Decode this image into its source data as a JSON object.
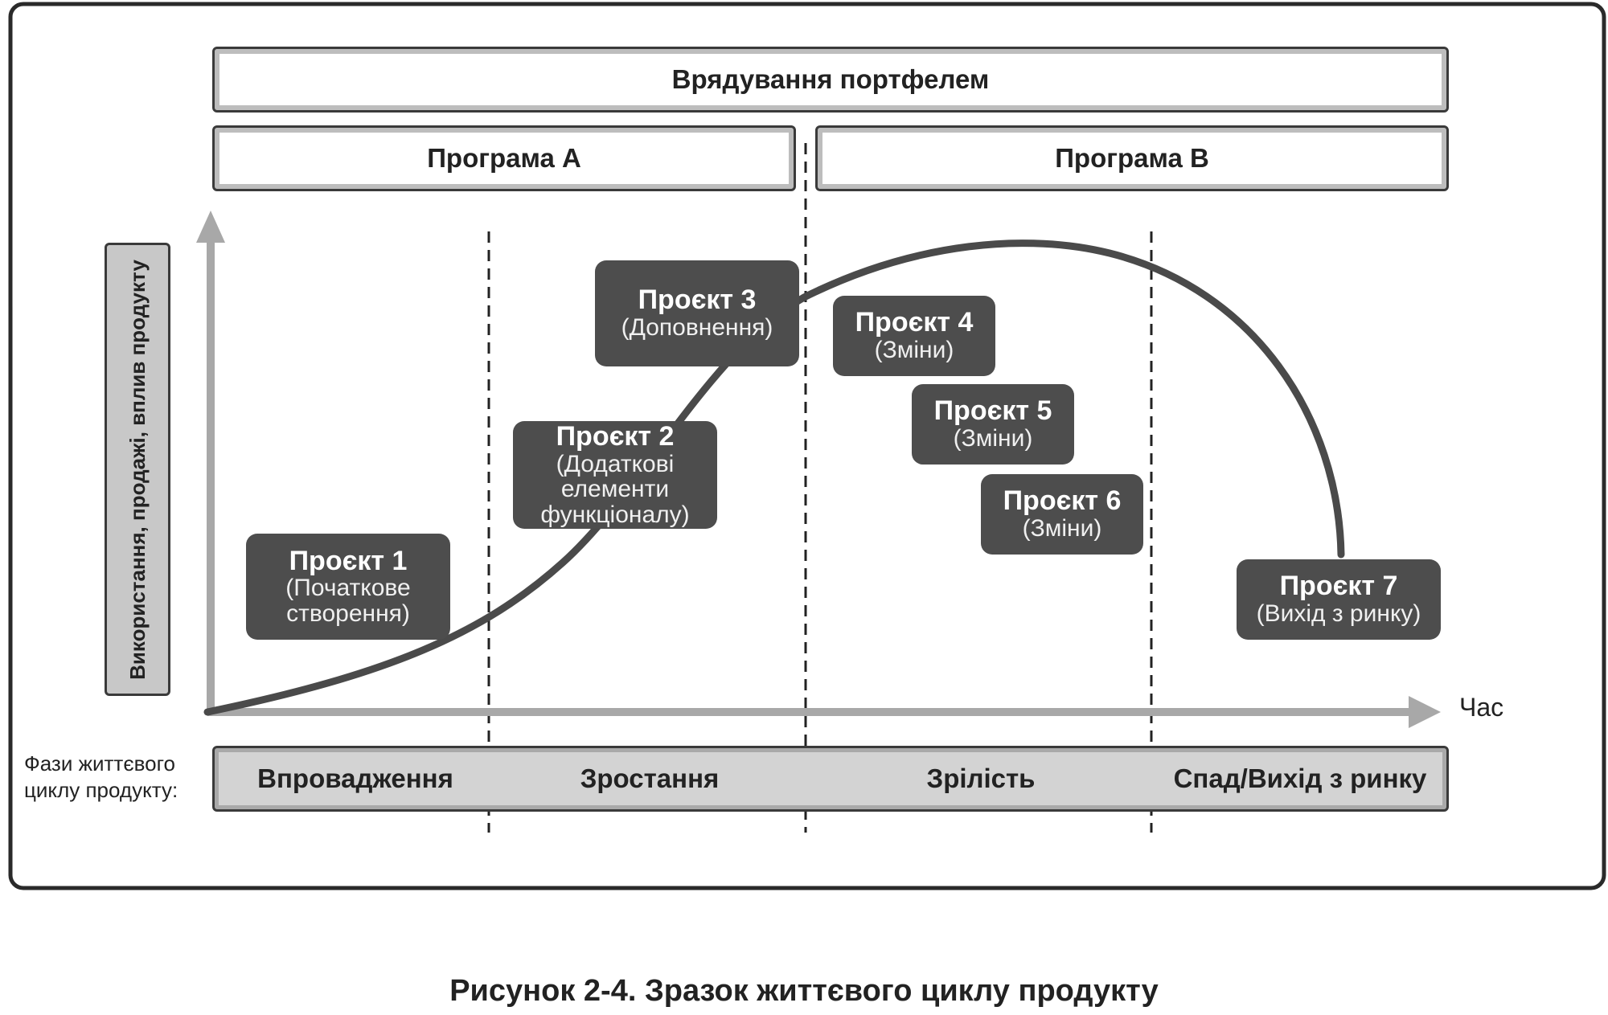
{
  "portfolio_label": "Врядування портфелем",
  "programs": [
    {
      "label": "Програма А"
    },
    {
      "label": "Програма В"
    }
  ],
  "y_axis_label": "Використання, продажі, вплив продукту",
  "x_axis_label": "Час",
  "projects": [
    {
      "title": "Проєкт 1",
      "subtitle_lines": [
        "(Початкове",
        "створення)"
      ]
    },
    {
      "title": "Проєкт 2",
      "subtitle_lines": [
        "(Додаткові",
        "елементи",
        "функціоналу)"
      ]
    },
    {
      "title": "Проєкт 3",
      "subtitle_lines": [
        "(Доповнення)"
      ]
    },
    {
      "title": "Проєкт 4",
      "subtitle_lines": [
        "(Зміни)"
      ]
    },
    {
      "title": "Проєкт 5",
      "subtitle_lines": [
        "(Зміни)"
      ]
    },
    {
      "title": "Проєкт 6",
      "subtitle_lines": [
        "(Зміни)"
      ]
    },
    {
      "title": "Проєкт 7",
      "subtitle_lines": [
        "(Вихід з ринку)"
      ]
    }
  ],
  "phases_label_lines": [
    "Фази життєвого",
    "циклу продукту:"
  ],
  "phases": [
    "Впровадження",
    "Зростання",
    "Зрілість",
    "Спад/Вихід з ринку"
  ],
  "caption": "Рисунок 2-4. Зразок життєвого циклу продукту"
}
